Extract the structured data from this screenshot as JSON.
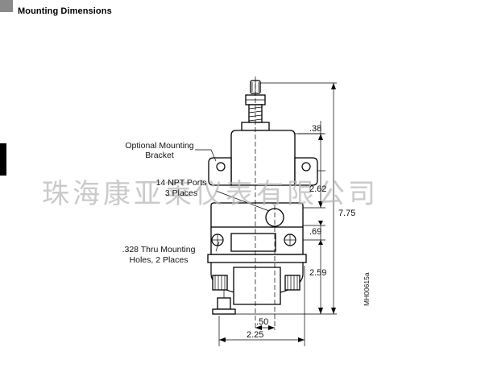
{
  "header": {
    "title": "Mounting Dimensions"
  },
  "labels": {
    "bracket_line1": "Optional Mounting",
    "bracket_line2": "Bracket",
    "ports_line1": "14 NPT Ports",
    "ports_line2": "3 Places",
    "holes_line1": ".328 Thru Mounting",
    "holes_line2": "Holes, 2 Places"
  },
  "dimensions": {
    "d_38": ".38",
    "d_262": "2.62",
    "d_775": "7.75",
    "d_69": ".69",
    "d_259": "2.59",
    "d_50": ".50",
    "d_225": "2.25"
  },
  "drawing_code": "MH00615a",
  "watermark": "珠海康亚莱仪表有限公司"
}
